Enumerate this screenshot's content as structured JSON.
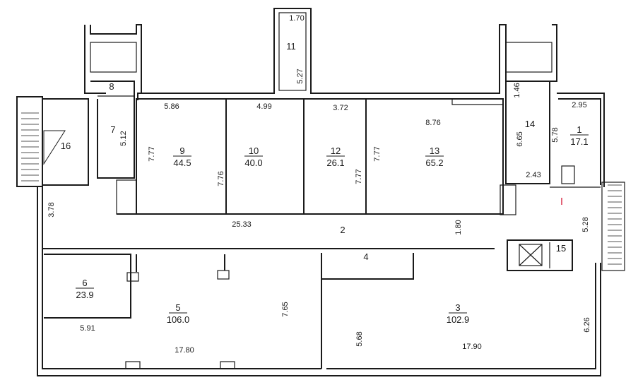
{
  "rooms": [
    {
      "number": "1",
      "area": "17.1"
    },
    {
      "number": "2",
      "area": ""
    },
    {
      "number": "3",
      "area": "102.9"
    },
    {
      "number": "4",
      "area": ""
    },
    {
      "number": "5",
      "area": "106.0"
    },
    {
      "number": "6",
      "area": "23.9"
    },
    {
      "number": "7",
      "area": ""
    },
    {
      "number": "8",
      "area": ""
    },
    {
      "number": "9",
      "area": "44.5"
    },
    {
      "number": "10",
      "area": "40.0"
    },
    {
      "number": "11",
      "area": ""
    },
    {
      "number": "12",
      "area": "26.1"
    },
    {
      "number": "13",
      "area": "65.2"
    },
    {
      "number": "14",
      "area": ""
    },
    {
      "number": "15",
      "area": ""
    },
    {
      "number": "16",
      "area": ""
    }
  ],
  "dimensions": [
    "1.70",
    "5.27",
    "5.86",
    "4.99",
    "3.72",
    "8.76",
    "1.46",
    "2.95",
    "5.12",
    "7.77",
    "7.76",
    "7.77",
    "7.77",
    "6.65",
    "5.78",
    "2.43",
    "3.78",
    "25.33",
    "1.80",
    "5.28",
    "7.65",
    "5.68",
    "6.26",
    "5.91",
    "17.80",
    "17.90"
  ],
  "colors": {
    "walls": "#1a1a1a",
    "marker": "#d9304a"
  }
}
